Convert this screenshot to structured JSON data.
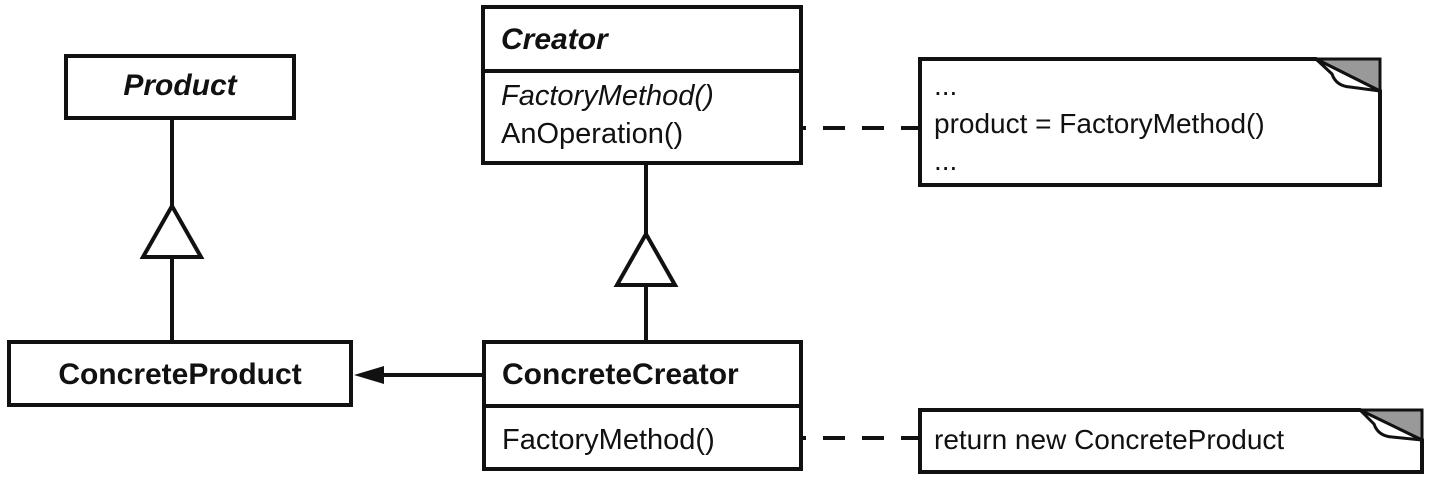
{
  "classes": {
    "product": {
      "name": "Product"
    },
    "creator": {
      "name": "Creator",
      "operations": [
        "FactoryMethod()",
        "AnOperation()"
      ]
    },
    "concrete_product": {
      "name": "ConcreteProduct"
    },
    "concrete_creator": {
      "name": "ConcreteCreator",
      "operations": [
        "FactoryMethod()"
      ]
    }
  },
  "notes": {
    "creator_note": [
      "...",
      "product = FactoryMethod()",
      "..."
    ],
    "concrete_creator_note": [
      "return new ConcreteProduct"
    ]
  }
}
